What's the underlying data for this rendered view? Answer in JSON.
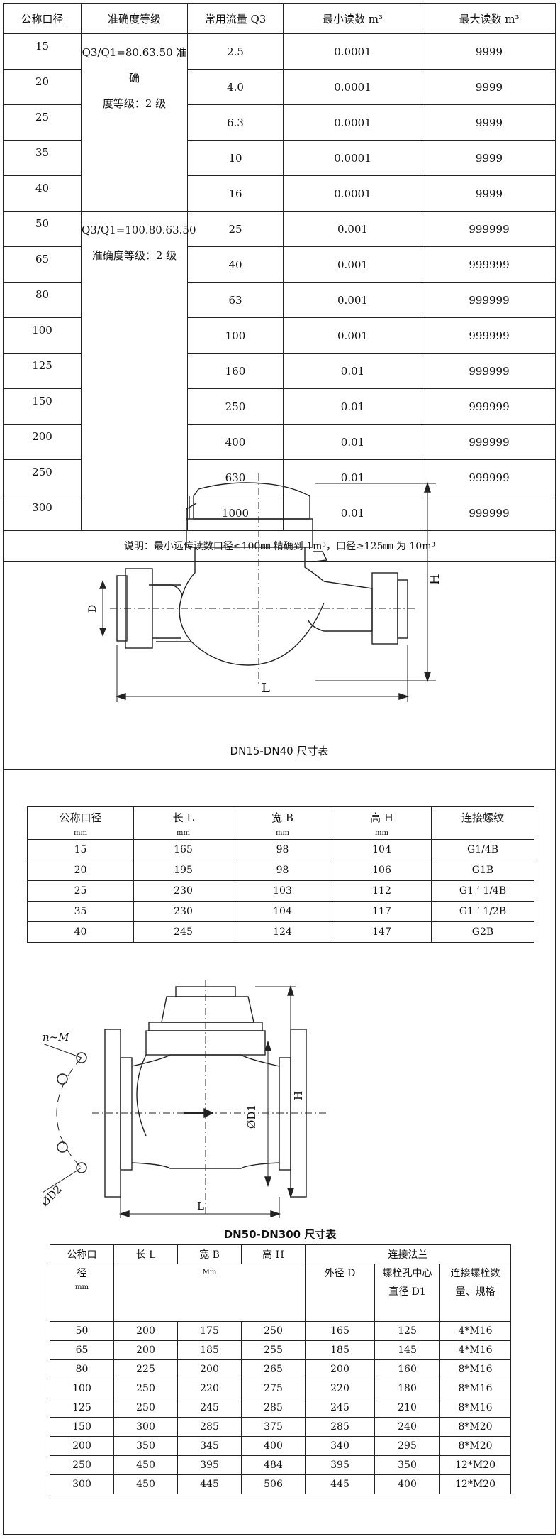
{
  "spec_table": {
    "headers": [
      "公称口径",
      "准确度等级",
      "常用流量 Q3",
      "最小读数 m³",
      "最大读数 m³"
    ],
    "group1_accuracy": [
      "Q3/Q1=80.63.50 准确",
      "度等级：2 级"
    ],
    "group2_accuracy": [
      "Q3/Q1=100.80.63.50",
      "准确度等级：2 级"
    ],
    "rows": [
      {
        "dn": "15",
        "q3": "2.5",
        "min": "0.0001",
        "max": "9999"
      },
      {
        "dn": "20",
        "q3": "4.0",
        "min": "0.0001",
        "max": "9999"
      },
      {
        "dn": "25",
        "q3": "6.3",
        "min": "0.0001",
        "max": "9999"
      },
      {
        "dn": "35",
        "q3": "10",
        "min": "0.0001",
        "max": "9999"
      },
      {
        "dn": "40",
        "q3": "16",
        "min": "0.0001",
        "max": "9999"
      },
      {
        "dn": "50",
        "q3": "25",
        "min": "0.001",
        "max": "999999"
      },
      {
        "dn": "65",
        "q3": "40",
        "min": "0.001",
        "max": "999999"
      },
      {
        "dn": "80",
        "q3": "63",
        "min": "0.001",
        "max": "999999"
      },
      {
        "dn": "100",
        "q3": "100",
        "min": "0.001",
        "max": "999999"
      },
      {
        "dn": "125",
        "q3": "160",
        "min": "0.01",
        "max": "999999"
      },
      {
        "dn": "150",
        "q3": "250",
        "min": "0.01",
        "max": "999999"
      },
      {
        "dn": "200",
        "q3": "400",
        "min": "0.01",
        "max": "999999"
      },
      {
        "dn": "250",
        "q3": "630",
        "min": "0.01",
        "max": "999999"
      },
      {
        "dn": "300",
        "q3": "1000",
        "min": "0.01",
        "max": "999999"
      }
    ],
    "note": "说明：最小远传读数口径≤100㎜ 精确到 1m³，口径≥125㎜ 为 10m³"
  },
  "drawing1": {
    "caption": "DN15-DN40 尺寸表",
    "label_h": "H",
    "label_l": "L",
    "label_d": "D"
  },
  "dim_table1": {
    "headers": [
      "公称口径",
      "长 L",
      "宽 B",
      "高 H",
      "连接螺纹"
    ],
    "units": [
      "mm",
      "mm",
      "mm",
      "mm"
    ],
    "rows": [
      [
        "15",
        "165",
        "98",
        "104",
        "G1/4B"
      ],
      [
        "20",
        "195",
        "98",
        "106",
        "G1B"
      ],
      [
        "25",
        "230",
        "103",
        "112",
        "G1 ’ 1/4B"
      ],
      [
        "35",
        "230",
        "104",
        "117",
        "G1 ’ 1/2B"
      ],
      [
        "40",
        "245",
        "124",
        "147",
        "G2B"
      ]
    ]
  },
  "drawing2": {
    "caption": "DN50-DN300 尺寸表",
    "label_nm": "n~M",
    "label_od2": "ØD2",
    "label_od1": "ØD1",
    "label_h": "H",
    "label_l": "L"
  },
  "dim_table2": {
    "header_dn_a": "公称口",
    "header_dn_b": "径",
    "header_dn_unit": "mm",
    "header_l": "长 L",
    "header_b": "宽 B",
    "header_h": "高 H",
    "header_flange": "连接法兰",
    "header_unit_mm": "Mm",
    "header_od": "外径 D",
    "header_bolt_circle": "螺栓孔中心直径 D1",
    "header_bolt_count": "连接螺栓数量、规格",
    "rows": [
      [
        "50",
        "200",
        "175",
        "250",
        "165",
        "125",
        "4*M16"
      ],
      [
        "65",
        "200",
        "185",
        "255",
        "185",
        "145",
        "4*M16"
      ],
      [
        "80",
        "225",
        "200",
        "265",
        "200",
        "160",
        "8*M16"
      ],
      [
        "100",
        "250",
        "220",
        "275",
        "220",
        "180",
        "8*M16"
      ],
      [
        "125",
        "250",
        "245",
        "285",
        "245",
        "210",
        "8*M16"
      ],
      [
        "150",
        "300",
        "285",
        "375",
        "285",
        "240",
        "8*M20"
      ],
      [
        "200",
        "350",
        "345",
        "400",
        "340",
        "295",
        "8*M20"
      ],
      [
        "250",
        "450",
        "395",
        "484",
        "395",
        "350",
        "12*M20"
      ],
      [
        "300",
        "450",
        "445",
        "506",
        "445",
        "400",
        "12*M20"
      ]
    ]
  }
}
